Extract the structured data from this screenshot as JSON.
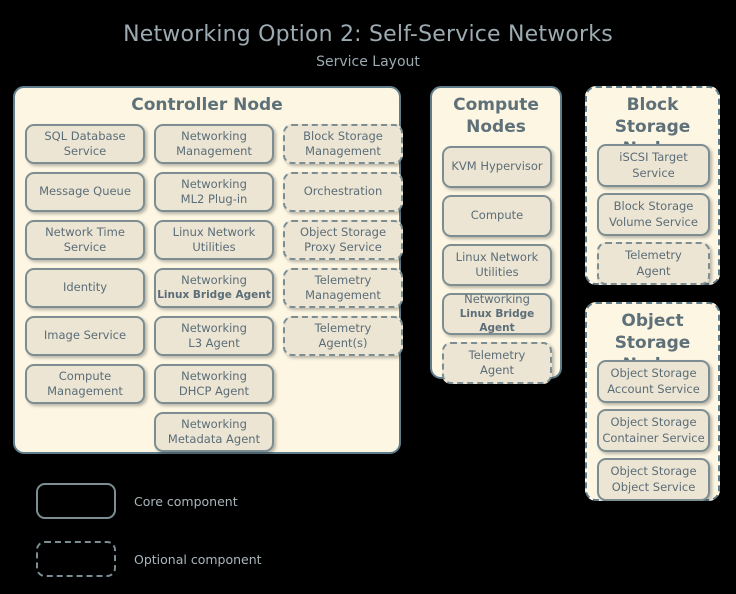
{
  "title": "Networking Option 2: Self-Service Networks",
  "subtitle": "Service Layout",
  "colors": {
    "background": "#000000",
    "container_fill": "#fdf6e3",
    "box_fill": "#ece5d3",
    "border": "#607d8b",
    "box_border": "#7d8e93",
    "title_text": "#9cabb2",
    "box_text": "#5b6d78"
  },
  "nodes": {
    "controller": {
      "title": "Controller Node",
      "optional": false,
      "columns": [
        {
          "services": [
            {
              "lines": [
                "SQL Database",
                "Service"
              ],
              "optional": false
            },
            {
              "lines": [
                "Message Queue"
              ],
              "optional": false
            },
            {
              "lines": [
                "Network Time",
                "Service"
              ],
              "optional": false
            },
            {
              "lines": [
                "Identity"
              ],
              "optional": false
            },
            {
              "lines": [
                "Image Service"
              ],
              "optional": false
            },
            {
              "lines": [
                "Compute",
                "Management"
              ],
              "optional": false
            }
          ]
        },
        {
          "services": [
            {
              "lines": [
                "Networking",
                "Management"
              ],
              "optional": false
            },
            {
              "lines": [
                "Networking",
                "ML2 Plug-in"
              ],
              "optional": false
            },
            {
              "lines": [
                "Linux Network",
                "Utilities"
              ],
              "optional": false
            },
            {
              "lines": [
                "Networking",
                "Linux Bridge Agent"
              ],
              "optional": false,
              "small_second_line": true
            },
            {
              "lines": [
                "Networking",
                "L3 Agent"
              ],
              "optional": false
            },
            {
              "lines": [
                "Networking",
                "DHCP Agent"
              ],
              "optional": false
            },
            {
              "lines": [
                "Networking",
                "Metadata Agent"
              ],
              "optional": false
            }
          ]
        },
        {
          "services": [
            {
              "lines": [
                "Block Storage",
                "Management"
              ],
              "optional": true
            },
            {
              "lines": [
                "Orchestration"
              ],
              "optional": true
            },
            {
              "lines": [
                "Object Storage",
                "Proxy Service"
              ],
              "optional": true
            },
            {
              "lines": [
                "Telemetry",
                "Management"
              ],
              "optional": true
            },
            {
              "lines": [
                "Telemetry",
                "Agent(s)"
              ],
              "optional": true
            }
          ]
        }
      ]
    },
    "compute": {
      "title": "Compute\nNodes",
      "title_lines": [
        "Compute",
        "Nodes"
      ],
      "optional": false,
      "services": [
        {
          "lines": [
            "KVM Hypervisor"
          ],
          "optional": false
        },
        {
          "lines": [
            "Compute"
          ],
          "optional": false
        },
        {
          "lines": [
            "Linux Network",
            "Utilities"
          ],
          "optional": false
        },
        {
          "lines": [
            "Networking",
            "Linux Bridge Agent"
          ],
          "optional": false,
          "small_second_line": true
        },
        {
          "lines": [
            "Telemetry",
            "Agent"
          ],
          "optional": true
        }
      ]
    },
    "block_storage": {
      "title_lines": [
        "Block Storage",
        "Nodes"
      ],
      "optional": true,
      "services": [
        {
          "lines": [
            "iSCSI Target",
            "Service"
          ],
          "optional": false
        },
        {
          "lines": [
            "Block Storage",
            "Volume Service"
          ],
          "optional": false
        },
        {
          "lines": [
            "Telemetry",
            "Agent"
          ],
          "optional": true
        }
      ]
    },
    "object_storage": {
      "title_lines": [
        "Object",
        "Storage Nodes"
      ],
      "optional": true,
      "services": [
        {
          "lines": [
            "Object Storage",
            "Account Service"
          ],
          "optional": false
        },
        {
          "lines": [
            "Object Storage",
            "Container Service"
          ],
          "optional": false
        },
        {
          "lines": [
            "Object Storage",
            "Object Service"
          ],
          "optional": false
        }
      ]
    }
  },
  "legend": {
    "core_label": "Core component",
    "optional_label": "Optional component"
  }
}
